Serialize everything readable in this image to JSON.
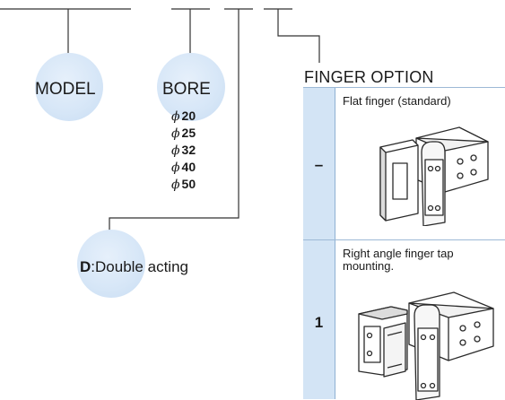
{
  "model_label": "MODEL",
  "bore_label": "BORE",
  "bore_symbol": "ϕ",
  "bores": [
    "20",
    "25",
    "32",
    "40",
    "50"
  ],
  "action": {
    "code": "D",
    "separator": ":",
    "text": "Double acting"
  },
  "finger_option": {
    "title": "FINGER OPTION",
    "options": [
      {
        "code": "–",
        "description": "Flat finger (standard)",
        "icon": "flat-finger-gripper-drawing"
      },
      {
        "code": "1",
        "description": "Right angle finger tap mounting.",
        "icon": "right-angle-finger-gripper-drawing"
      }
    ]
  },
  "colors": {
    "bubble": "#d6e6f7",
    "code_column": "#d3e4f5",
    "line": "#333333"
  }
}
